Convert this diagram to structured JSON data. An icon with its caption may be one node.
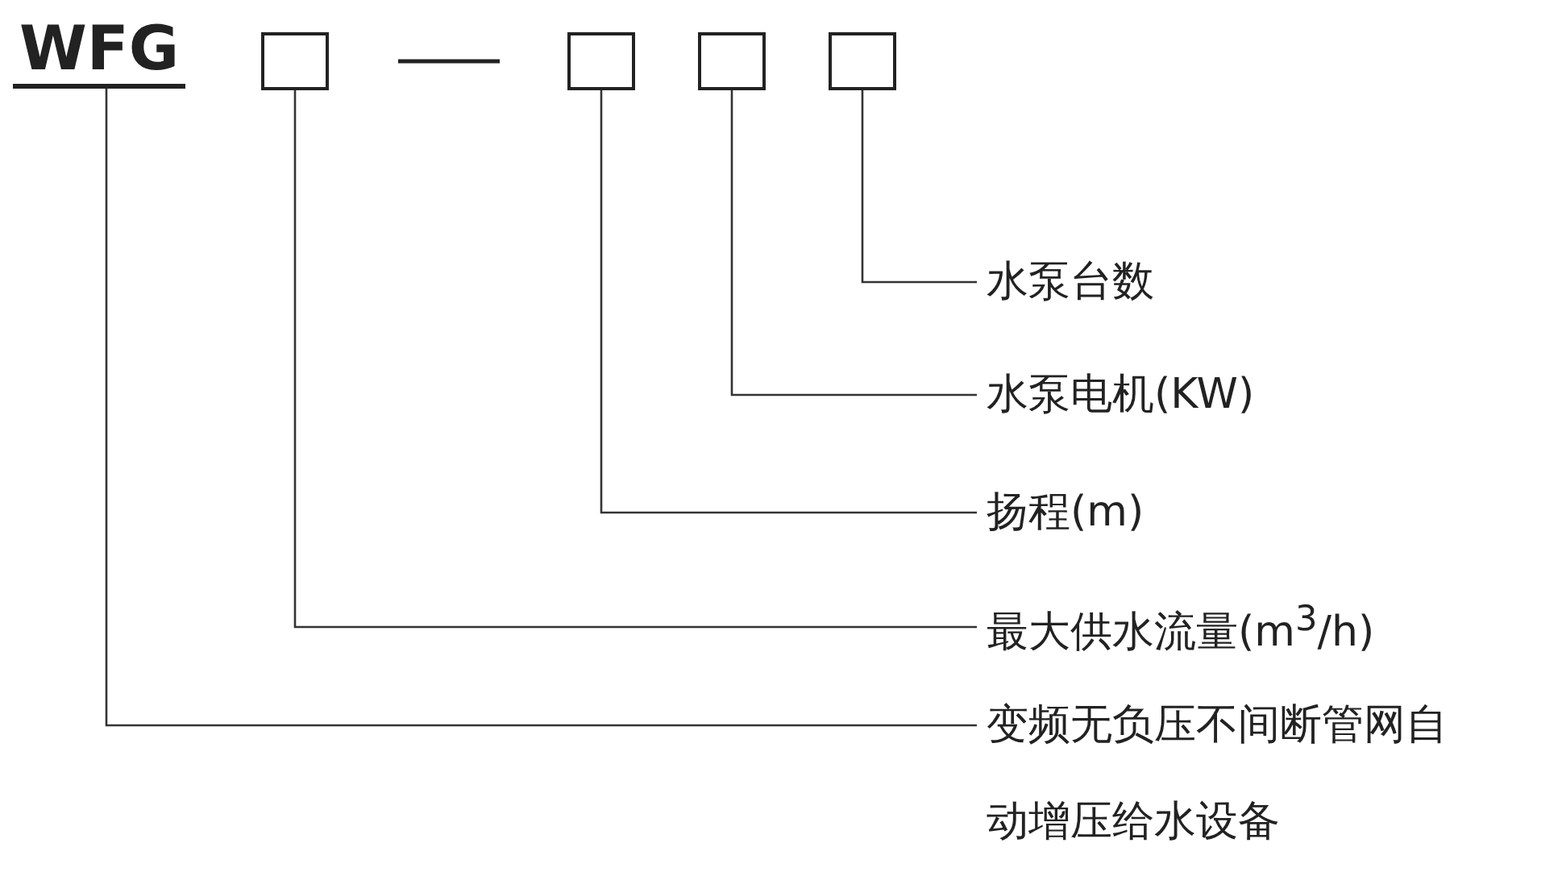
{
  "diagram": {
    "nodes": [
      {
        "text": [
          "WFG"
        ]
      },
      {
        "text": [],
        "shape": "box"
      },
      {
        "text": [],
        "shape": "box"
      },
      {
        "text": [],
        "shape": "box"
      },
      {
        "text": [],
        "shape": "box"
      },
      {
        "text": [
          "水泵台数"
        ]
      },
      {
        "text": [
          "水泵电机(KW)"
        ]
      },
      {
        "text": [
          "扬程(m)"
        ]
      },
      {
        "text": [
          "最大供水流量(m$^{3}$/h)"
        ]
      },
      {
        "text": [
          "变频无负压不间断管网自动增压给水设备"
        ]
      }
    ],
    "edges": [
      {
        "from": 4,
        "to": 5,
        "arrow": "none"
      },
      {
        "from": 3,
        "to": 6,
        "arrow": "none"
      },
      {
        "from": 2,
        "to": 7,
        "arrow": "none"
      },
      {
        "from": 1,
        "to": 8,
        "arrow": "none"
      },
      {
        "from": 0,
        "to": 9,
        "arrow": "none"
      }
    ]
  }
}
